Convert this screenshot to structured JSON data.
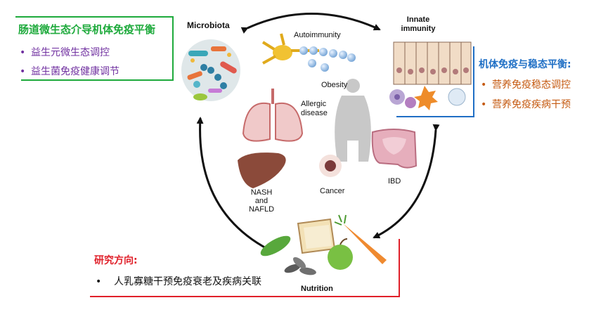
{
  "colors": {
    "green_accent": "#1eaa3c",
    "purple_text": "#7030a0",
    "blue_accent": "#1f6fc5",
    "orange_text": "#c55a11",
    "red_accent": "#e0202a",
    "arrow": "#111111"
  },
  "left_box": {
    "title": "肠道微生态介导机体免疫平衡",
    "items": [
      {
        "bullet": "•",
        "text": "益生元微生态调控"
      },
      {
        "bullet": "•",
        "text": "益生菌免疫健康调节"
      }
    ]
  },
  "right_box": {
    "title": "机体免疫与稳态平衡:",
    "items": [
      {
        "bullet": "•",
        "text": "营养免疫稳态调控"
      },
      {
        "bullet": "•",
        "text": "营养免疫疾病干预"
      }
    ]
  },
  "bottom_box": {
    "title": "研究方向:",
    "items": [
      {
        "bullet": "•",
        "text": "人乳寡糖干预免疫衰老及疾病关联"
      }
    ]
  },
  "diagram": {
    "microbiota": "Microbiota",
    "innate_line1": "Innate",
    "innate_line2": "immunity",
    "nutrition": "Nutrition",
    "autoimmunity": "Autoimmunity",
    "obesity": "Obesity",
    "allergic_line1": "Allergic",
    "allergic_line2": "disease",
    "nash_line1": "NASH",
    "nash_line2": "and",
    "nash_line3": "NAFLD",
    "cancer": "Cancer",
    "ibd": "IBD"
  }
}
